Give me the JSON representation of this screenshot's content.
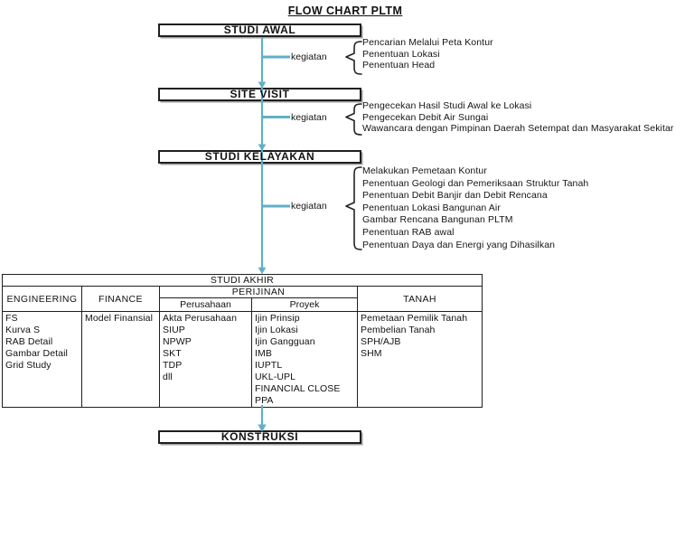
{
  "title": "FLOW CHART PLTM",
  "colors": {
    "connector": "#5fb0c6",
    "line": "#1f1f1f"
  },
  "stages": [
    {
      "label": "STUDI AWAL",
      "activity_label": "kegiatan",
      "items": [
        "Pencarian Melalui Peta Kontur",
        "Penentuan Lokasi",
        "Penentuan Head"
      ]
    },
    {
      "label": "SITE VISIT",
      "activity_label": "kegiatan",
      "items": [
        "Pengecekan Hasil Studi Awal ke Lokasi",
        "Pengecekan Debit Air Sungai",
        "Wawancara dengan Pimpinan Daerah Setempat dan Masyarakat Sekitar"
      ]
    },
    {
      "label": "STUDI KELAYAKAN",
      "activity_label": "kegiatan",
      "items": [
        "Melakukan Pemetaan Kontur",
        "Penentuan Geologi dan Pemeriksaan Struktur Tanah",
        "Penentuan Debit Banjir dan Debit Rencana",
        "Penentuan Lokasi Bangunan Air",
        "Gambar Rencana Bangunan PLTM",
        "Penentuan RAB awal",
        "Penentuan Daya dan Energi yang Dihasilkan"
      ]
    }
  ],
  "table": {
    "title": "STUDI AKHIR",
    "columns": [
      {
        "header": "ENGINEERING",
        "items": [
          "FS",
          "Kurva S",
          "RAB Detail",
          "Gambar Detail",
          "Grid Study"
        ]
      },
      {
        "header": "FINANCE",
        "items": [
          "Model Finansial"
        ]
      },
      {
        "header": "PERIJINAN",
        "subcolumns": [
          {
            "header": "Perusahaan",
            "items": [
              "Akta Perusahaan",
              "SIUP",
              "NPWP",
              "SKT",
              "TDP",
              "dll"
            ]
          },
          {
            "header": "Proyek",
            "items": [
              "Ijin Prinsip",
              "Ijin Lokasi",
              "Ijin Gangguan",
              "IMB",
              "IUPTL",
              "UKL-UPL",
              "FINANCIAL CLOSE",
              "PPA"
            ]
          }
        ]
      },
      {
        "header": "TANAH",
        "items": [
          "Pemetaan Pemilik Tanah",
          "Pembelian Tanah",
          "SPH/AJB",
          "SHM"
        ]
      }
    ]
  },
  "final_stage": {
    "label": "KONSTRUKSI"
  }
}
